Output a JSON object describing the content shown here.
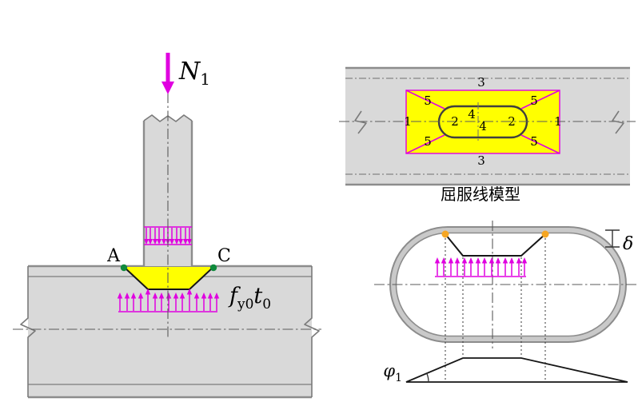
{
  "left_view": {
    "force_main": "N",
    "force_sub": "1",
    "point_a": "A",
    "point_c": "C",
    "stress_f": "f",
    "stress_f_sub": "y0",
    "stress_t": "t",
    "stress_t_sub": "0"
  },
  "plan_view": {
    "caption": "屈服线模型",
    "labels": {
      "top3": "3",
      "bottom3": "3",
      "left1": "1",
      "right1": "1",
      "tl5": "5",
      "tr5": "5",
      "bl5": "5",
      "br5": "5",
      "left2": "2",
      "right2": "2",
      "four_a": "4",
      "four_b": "4"
    }
  },
  "section_view": {
    "delta": "δ",
    "phi_main": "φ",
    "phi_sub": "1"
  },
  "colors": {
    "load": "#e000e0",
    "highlight": "#ffff00",
    "steel_fill": "#d9d9d9",
    "steel_edge": "#8c8c8c",
    "hinge_green": "#0f8a3c",
    "hinge_orange": "#f5a623"
  }
}
